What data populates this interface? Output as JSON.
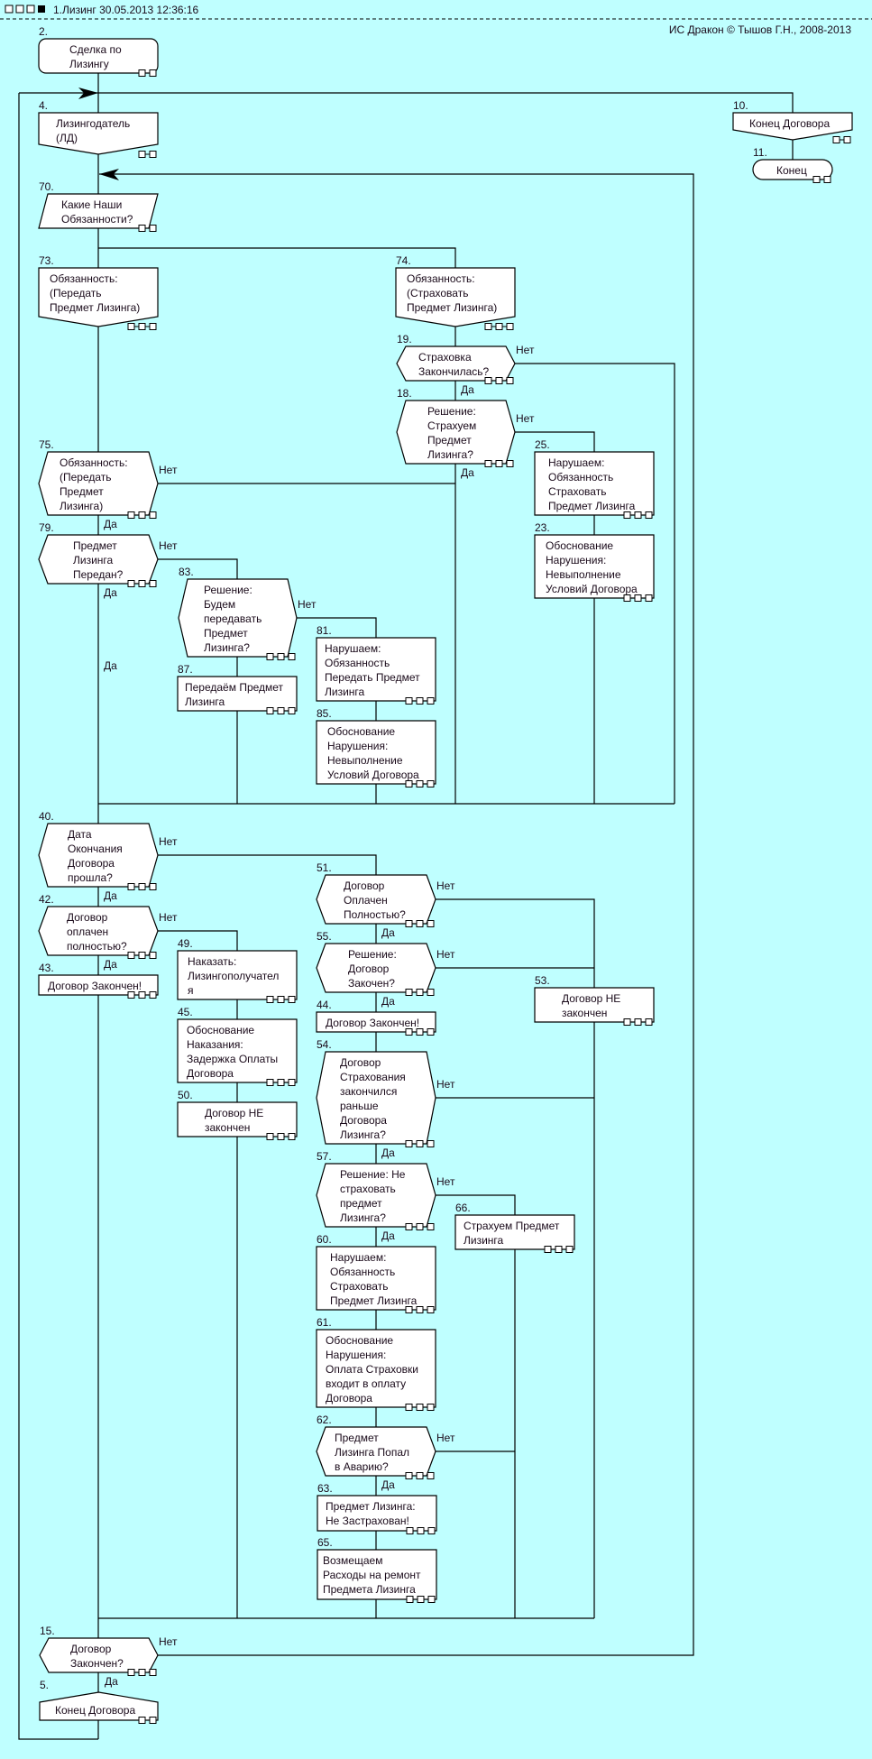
{
  "header": {
    "title": "1.Лизинг 30.05.2013 12:36:16",
    "copyright": "ИС Дракон © Тышов Г.Н., 2008-2013",
    "window_buttons": [
      "square-icon",
      "square-icon",
      "square-icon",
      "filled-square-icon"
    ]
  },
  "branches": {
    "no": "Нет",
    "yes": "Да"
  },
  "colors": {
    "background": "#bfffff",
    "shape_fill": "#ffffff",
    "line": "#000000"
  },
  "nodes": [
    {
      "num": "2.",
      "shape": "title",
      "lines": [
        "Сделка по",
        "Лизингу"
      ]
    },
    {
      "num": "4.",
      "shape": "branch-start",
      "lines": [
        "Лизингодатель",
        "(ЛД)"
      ]
    },
    {
      "num": "70.",
      "shape": "choice",
      "lines": [
        "Какие Наши",
        "Обязанности?"
      ]
    },
    {
      "num": "73.",
      "shape": "case",
      "lines": [
        "Обязанность:",
        "(Передать",
        "Предмет Лизинга)"
      ]
    },
    {
      "num": "74.",
      "shape": "case",
      "lines": [
        "Обязанность:",
        "(Страховать",
        "Предмет Лизинга)"
      ]
    },
    {
      "num": "10.",
      "shape": "branch-start",
      "lines": [
        "Конец Договора"
      ]
    },
    {
      "num": "11.",
      "shape": "end",
      "lines": [
        "Конец"
      ]
    },
    {
      "num": "19.",
      "shape": "question",
      "lines": [
        "Страховка",
        "Закончилась?"
      ]
    },
    {
      "num": "18.",
      "shape": "question",
      "lines": [
        "Решение:",
        "Страхуем",
        "Предмет",
        "Лизинга?"
      ]
    },
    {
      "num": "25.",
      "shape": "action",
      "lines": [
        "Нарушаем:",
        "Обязанность",
        "Страховать",
        "Предмет Лизинга"
      ]
    },
    {
      "num": "23.",
      "shape": "action",
      "lines": [
        "Обоснование",
        "Нарушения:",
        "Невыполнение",
        "Условий Договора"
      ]
    },
    {
      "num": "75.",
      "shape": "question",
      "lines": [
        "Обязанность:",
        "(Передать",
        "Предмет",
        "Лизинга)"
      ]
    },
    {
      "num": "79.",
      "shape": "question",
      "lines": [
        "Предмет",
        "Лизинга",
        "Передан?"
      ]
    },
    {
      "num": "83.",
      "shape": "question",
      "lines": [
        "Решение:",
        "Будем",
        "передавать",
        "Предмет",
        "Лизинга?"
      ]
    },
    {
      "num": "81.",
      "shape": "action",
      "lines": [
        "Нарушаем:",
        "Обязанность",
        "Передать Предмет",
        "Лизинга"
      ]
    },
    {
      "num": "87.",
      "shape": "action",
      "lines": [
        "Передаём Предмет",
        "Лизинга"
      ]
    },
    {
      "num": "85.",
      "shape": "action",
      "lines": [
        "Обоснование",
        "Нарушения:",
        "Невыполнение",
        "Условий Договора"
      ]
    },
    {
      "num": "40.",
      "shape": "question",
      "lines": [
        "Дата",
        "Окончания",
        "Договора",
        "прошла?"
      ]
    },
    {
      "num": "42.",
      "shape": "question",
      "lines": [
        "Договор",
        "оплачен",
        "полностью?"
      ]
    },
    {
      "num": "43.",
      "shape": "action",
      "lines": [
        "Договор Закончен!"
      ]
    },
    {
      "num": "49.",
      "shape": "action",
      "lines": [
        "Наказать:",
        "Лизингополучател",
        "я"
      ]
    },
    {
      "num": "45.",
      "shape": "action",
      "lines": [
        "Обоснование",
        "Наказания:",
        "Задержка Оплаты",
        "Договора"
      ]
    },
    {
      "num": "50.",
      "shape": "action",
      "lines": [
        "Договор НЕ",
        "закончен"
      ]
    },
    {
      "num": "51.",
      "shape": "question",
      "lines": [
        "Договор",
        "Оплачен",
        "Полностью?"
      ]
    },
    {
      "num": "55.",
      "shape": "question",
      "lines": [
        "Решение:",
        "Договор",
        "Закочен?"
      ]
    },
    {
      "num": "44.",
      "shape": "action",
      "lines": [
        "Договор Закончен!"
      ]
    },
    {
      "num": "54.",
      "shape": "question",
      "lines": [
        "Договор",
        "Страхования",
        "закончился",
        "раньше",
        "Договора",
        "Лизинга?"
      ]
    },
    {
      "num": "53.",
      "shape": "action",
      "lines": [
        "Договор НЕ",
        "закончен"
      ]
    },
    {
      "num": "57.",
      "shape": "question",
      "lines": [
        "Решение: Не",
        "страховать",
        "предмет",
        "Лизинга?"
      ]
    },
    {
      "num": "66.",
      "shape": "action",
      "lines": [
        "Страхуем Предмет",
        "Лизинга"
      ]
    },
    {
      "num": "60.",
      "shape": "action",
      "lines": [
        "Нарушаем:",
        "Обязанность",
        "Страховать",
        "Предмет Лизинга"
      ]
    },
    {
      "num": "61.",
      "shape": "action",
      "lines": [
        "Обоснование",
        "Нарушения:",
        "Оплата Страховки",
        "входит в оплату",
        "Договора"
      ]
    },
    {
      "num": "62.",
      "shape": "question",
      "lines": [
        "Предмет",
        "Лизинга Попал",
        "в Аварию?"
      ]
    },
    {
      "num": "63.",
      "shape": "action",
      "lines": [
        "Предмет Лизинга:",
        "Не Застрахован!"
      ]
    },
    {
      "num": "65.",
      "shape": "action",
      "lines": [
        "Возмещаем",
        "Расходы на ремонт",
        "Предмета Лизинга"
      ]
    },
    {
      "num": "15.",
      "shape": "question",
      "lines": [
        "Договор",
        "Закончен?"
      ]
    },
    {
      "num": "5.",
      "shape": "address",
      "lines": [
        "Конец Договора"
      ]
    }
  ]
}
